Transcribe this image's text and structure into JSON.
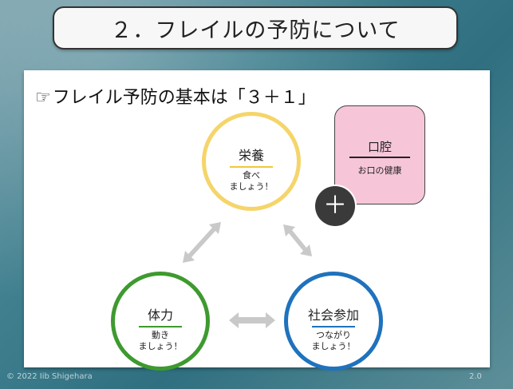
{
  "title": "２．フレイルの予防について",
  "subtitle": {
    "hand_icon": "☞",
    "text": "フレイル予防の基本は「３＋１」"
  },
  "circles": {
    "nutrition": {
      "title": "栄養",
      "sub": "食べ\nましょう！",
      "color": "#f5d56a"
    },
    "physical": {
      "title": "体力",
      "sub": "動き\nましょう！",
      "color": "#3e9a2f"
    },
    "social": {
      "title": "社会参加",
      "sub": "つながり\nましょう！",
      "color": "#1f72bd"
    }
  },
  "oral": {
    "title": "口腔",
    "sub": "お口の健康",
    "color": "#f6c6d8"
  },
  "plus_symbol": "＋",
  "arrow_color": "#c9c9c9",
  "footer": {
    "copyright": "© 2022 Iib Shigehara",
    "page": "2.0"
  }
}
